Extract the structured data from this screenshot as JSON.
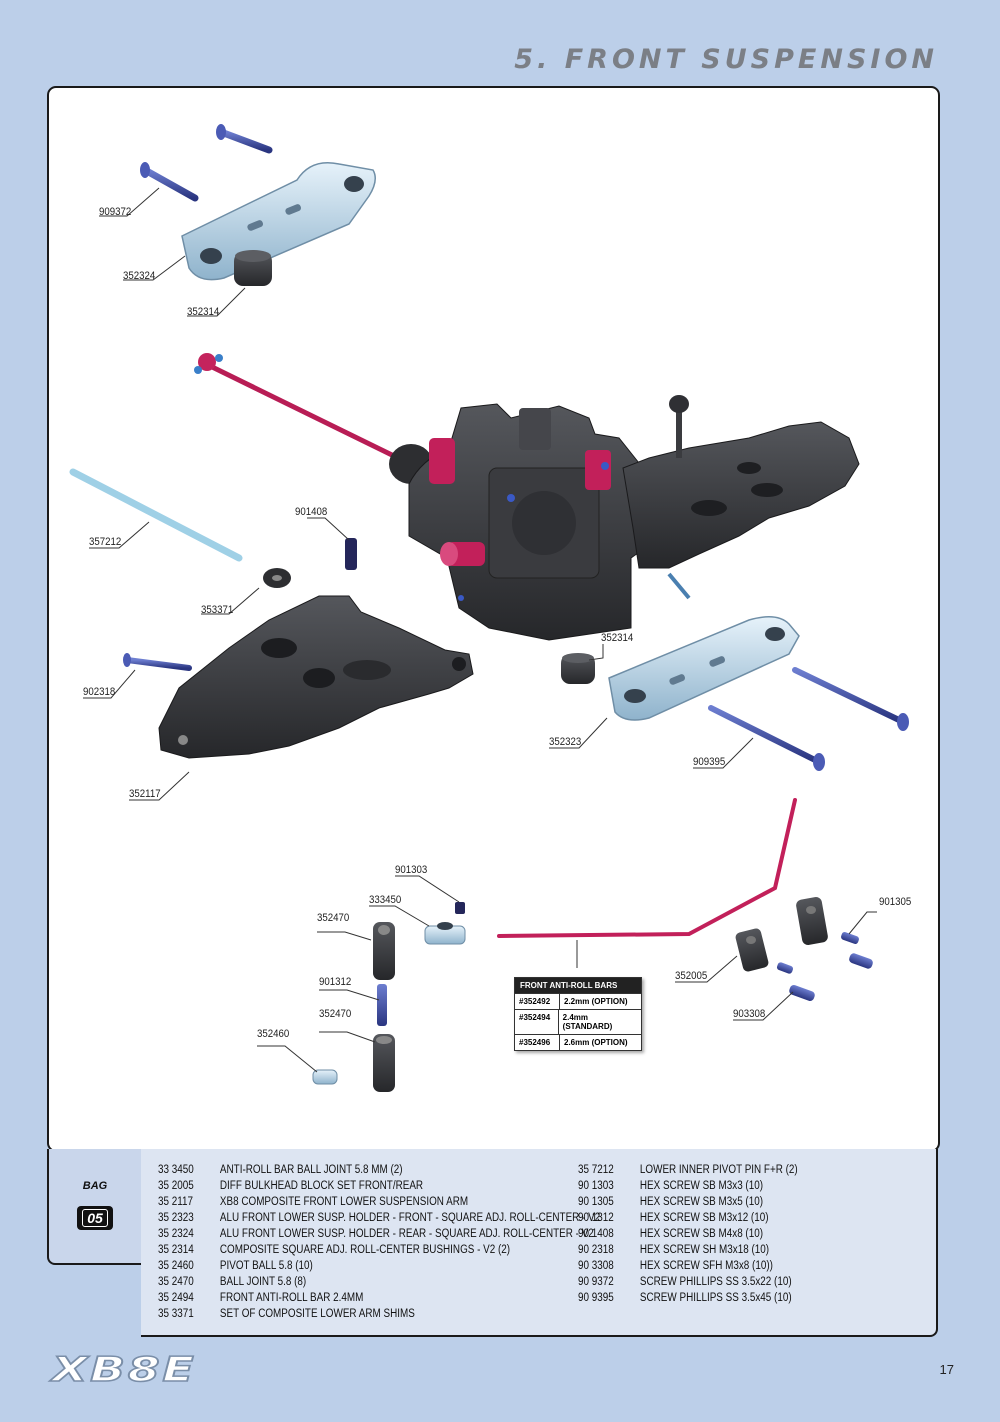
{
  "title": "5. FRONT SUSPENSION",
  "labels": {
    "l909372": "909372",
    "l352324": "352324",
    "l352314a": "352314",
    "l357212": "357212",
    "l901408": "901408",
    "l353371": "353371",
    "l902318": "902318",
    "l352117": "352117",
    "l352314b": "352314",
    "l352323": "352323",
    "l909395": "909395",
    "l901303": "901303",
    "l333450": "333450",
    "l352470a": "352470",
    "l901312": "901312",
    "l352470b": "352470",
    "l352460": "352460",
    "l901305": "901305",
    "l352005": "352005",
    "l903308": "903308"
  },
  "bar_table": {
    "header": "FRONT ANTI-ROLL BARS",
    "rows": [
      {
        "code": "#352492",
        "desc": "2.2mm (OPTION)"
      },
      {
        "code": "#352494",
        "desc": "2.4mm (STANDARD)"
      },
      {
        "code": "#352496",
        "desc": "2.6mm (OPTION)"
      }
    ]
  },
  "bag": {
    "label": "BAG",
    "number": "05"
  },
  "parts_left": [
    {
      "code": "33 3450",
      "desc": "ANTI-ROLL BAR BALL JOINT 5.8 MM (2)"
    },
    {
      "code": "35 2005",
      "desc": "DIFF BULKHEAD BLOCK SET FRONT/REAR"
    },
    {
      "code": "35 2117",
      "desc": "XB8 COMPOSITE FRONT LOWER SUSPENSION ARM"
    },
    {
      "code": "35 2323",
      "desc": "ALU FRONT LOWER SUSP. HOLDER - FRONT - SQUARE ADJ. ROLL-CENTER - V2"
    },
    {
      "code": "35 2324",
      "desc": "ALU FRONT LOWER SUSP. HOLDER - REAR - SQUARE ADJ. ROLL-CENTER - V2"
    },
    {
      "code": "35 2314",
      "desc": "COMPOSITE SQUARE ADJ. ROLL-CENTER BUSHINGS - V2 (2)"
    },
    {
      "code": "35 2460",
      "desc": "PIVOT BALL 5.8 (10)"
    },
    {
      "code": "35 2470",
      "desc": "BALL JOINT 5.8 (8)"
    },
    {
      "code": "35 2494",
      "desc": "FRONT ANTI-ROLL BAR 2.4MM"
    },
    {
      "code": "35 3371",
      "desc": "SET OF COMPOSITE LOWER ARM SHIMS"
    }
  ],
  "parts_right": [
    {
      "code": "35 7212",
      "desc": "LOWER INNER PIVOT PIN F+R  (2)"
    },
    {
      "code": "90 1303",
      "desc": "HEX SCREW  SB M3x3  (10)"
    },
    {
      "code": "90 1305",
      "desc": "HEX SCREW  SB M3x5  (10)"
    },
    {
      "code": "90 1312",
      "desc": "HEX SCREW  SB M3x12  (10)"
    },
    {
      "code": "90 1408",
      "desc": "HEX SCREW  SB M4x8  (10)"
    },
    {
      "code": "90 2318",
      "desc": "HEX SCREW  SH M3x18  (10)"
    },
    {
      "code": "90 3308",
      "desc": "HEX SCREW  SFH M3x8  (10))"
    },
    {
      "code": "90 9372",
      "desc": "SCREW PHILLIPS SS 3.5x22  (10)"
    },
    {
      "code": "90 9395",
      "desc": "SCREW PHILLIPS SS 3.5x45  (10)"
    }
  ],
  "logo": "XB8E",
  "page_number": "17",
  "colors": {
    "background": "#bccfe9",
    "part_gray": "#3c3c40",
    "aluminum": "#b9d6ea",
    "screw_blue": "#3e4ea3",
    "accent_red": "#c2205a",
    "parts_panel": "#dde5f2"
  }
}
